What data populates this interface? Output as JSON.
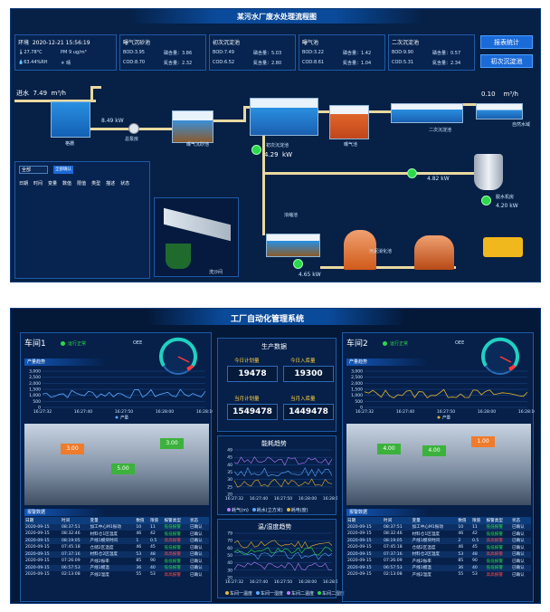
{
  "top": {
    "title": "某污水厂废水处理流程图",
    "env": {
      "label": "环境",
      "datetime": "2020-12-21 15:56:19",
      "temp": "27.78°C",
      "pm": "9",
      "pm_unit": "ug/m³",
      "humidity": "63.44%RH",
      "weather": "晴"
    },
    "info_boxes": [
      {
        "title": "曝气沉砂池",
        "bod": "BOD:3.95",
        "cod": "COD:8.70",
        "p": "磷含量：3.86",
        "n": "氮含量：2.32"
      },
      {
        "title": "初次沉淀池",
        "bod": "BOD:7.49",
        "cod": "COD:6.52",
        "p": "磷含量：5.03",
        "n": "氮含量：2.80"
      },
      {
        "title": "曝气池",
        "bod": "BOD:3.22",
        "cod": "COD:8.61",
        "p": "磷含量：1.42",
        "n": "氮含量：1.04"
      },
      {
        "title": "二次沉淀池",
        "bod": "BOD:9.90",
        "cod": "COD:5.31",
        "p": "磷含量：0.57",
        "n": "氮含量：2.34"
      }
    ],
    "buttons": [
      "报表统计",
      "初次沉淀池"
    ],
    "inflow": {
      "label": "进水",
      "value": "7.49",
      "unit": "m³/h"
    },
    "outflow": {
      "value": "0.10",
      "unit": "m³/h"
    },
    "labels": {
      "grid": "格栅",
      "pump": "总泵房",
      "pump_flow": "8.49 kW",
      "sand": "曝气沉砂池",
      "primary": "初次沉淀池",
      "primary_kw": "4.29",
      "kw": "kW",
      "aeration": "曝气池",
      "secondary": "二次沉淀池",
      "natural": "自然水域",
      "kw2": "4.82 kW",
      "dewater": "脱水机房",
      "dewater_kw": "4.20 kW",
      "thicken": "浓缩池",
      "digest": "污泥消化池",
      "kw3": "4.65 kW",
      "wash": "洗沙间"
    },
    "filter": {
      "select": "全部",
      "confirm": "全部确认",
      "cols": [
        "日期",
        "时间",
        "变量",
        "数值",
        "限值",
        "类型",
        "描述",
        "状态"
      ]
    }
  },
  "bottom": {
    "title": "工厂自动化管理系统",
    "ws1": {
      "name": "车间1",
      "status": "运行正常",
      "gauge_label": "OEE",
      "trend": "产量趋势",
      "legend": "产量",
      "boxes": [
        "3.00",
        "3.00",
        "5.00"
      ]
    },
    "ws2": {
      "name": "车间2",
      "status": "运行正常",
      "gauge_label": "OEE",
      "trend": "产量趋势",
      "legend": "产量",
      "boxes": [
        "1.00",
        "4.00",
        "4.00"
      ]
    },
    "times": [
      "16:27:32",
      "16:27:40",
      "16:27:50",
      "16:28:00",
      "16:28:10"
    ],
    "y_ticks": [
      "3,000",
      "2,500",
      "2,000",
      "1,500",
      "1,000",
      "500",
      "0"
    ],
    "prod": {
      "title": "生产数据",
      "items": [
        {
          "label": "今日计划量",
          "value": "19478"
        },
        {
          "label": "今日入库量",
          "value": "19300"
        },
        {
          "label": "当月计划量",
          "value": "1549478"
        },
        {
          "label": "当月入库量",
          "value": "1449478"
        }
      ]
    },
    "energy": {
      "title": "能耗趋势",
      "y": [
        "49",
        "45",
        "40",
        "35",
        "30",
        "25",
        "20"
      ],
      "legend": [
        "耗气(m)",
        "耗水(立方米)",
        "耗电(度)"
      ]
    },
    "temp": {
      "title": "温/湿度趋势",
      "y": [
        "79",
        "70",
        "60",
        "50",
        "40",
        "30",
        "20"
      ],
      "legend": [
        "车间一温度",
        "车间一湿度",
        "车间二温度",
        "车间二湿度"
      ]
    },
    "alarm": {
      "title": "报警数据",
      "cols": [
        "日期",
        "时间",
        "变量",
        "数值",
        "限值",
        "报警类型",
        "状态"
      ],
      "rows1": [
        [
          "2020-09-15",
          "08:37:51",
          "加工中心M1振动",
          "10",
          "11",
          "低低报警",
          "已确认"
        ],
        [
          "2020-09-15",
          "08:32:46",
          "材料仓1区温度",
          "46",
          "42",
          "低低报警",
          "已确认"
        ],
        [
          "2020-09-15",
          "08:19:05",
          "产线1模块时间",
          "1",
          "0.5",
          "高高报警",
          "已确认"
        ],
        [
          "2020-09-15",
          "07:45:18",
          "仓储2区温度",
          "46",
          "45",
          "低低报警",
          "已确认"
        ],
        [
          "2020-09-15",
          "07:37:16",
          "材料仓2区温度",
          "53",
          "48",
          "高高报警",
          "已确认"
        ],
        [
          "2020-09-15",
          "07:26:09",
          "产线2振率",
          "85",
          "90",
          "低低报警",
          "已确认"
        ],
        [
          "2020-09-15",
          "06:57:53",
          "产线1模温",
          "36",
          "40",
          "低低报警",
          "已确认"
        ],
        [
          "2020-09-15",
          "02:13:08",
          "产线2温度",
          "55",
          "53",
          "高高报警",
          "已确认"
        ]
      ],
      "rows2": [
        [
          "2020-09-15",
          "08:37:51",
          "加工中心M1振动",
          "10",
          "11",
          "低低报警",
          "已确认"
        ],
        [
          "2020-09-15",
          "08:32:46",
          "材料仓1区温度",
          "46",
          "42",
          "低低报警",
          "已确认"
        ],
        [
          "2020-09-15",
          "08:19:05",
          "产线1模块时间",
          "2",
          "0.5",
          "高高报警",
          "已确认"
        ],
        [
          "2020-09-15",
          "07:45:18",
          "仓储2区温度",
          "46",
          "45",
          "低低报警",
          "已确认"
        ],
        [
          "2020-09-15",
          "07:37:16",
          "材料仓2区温度",
          "53",
          "48",
          "高高报警",
          "已确认"
        ],
        [
          "2020-09-15",
          "07:26:09",
          "产线2振率",
          "85",
          "90",
          "低低报警",
          "已确认"
        ],
        [
          "2020-09-15",
          "06:57:53",
          "产线1模温",
          "36",
          "40",
          "低低报警",
          "已确认"
        ],
        [
          "2020-09-15",
          "02:13:08",
          "产线2温度",
          "55",
          "53",
          "高高报警",
          "已确认"
        ]
      ]
    }
  },
  "colors": {
    "accent": "#1a6ad8",
    "green": "#2bd94a",
    "alarm_red": "#ff4b4b",
    "alarm_green": "#2bd94a"
  }
}
